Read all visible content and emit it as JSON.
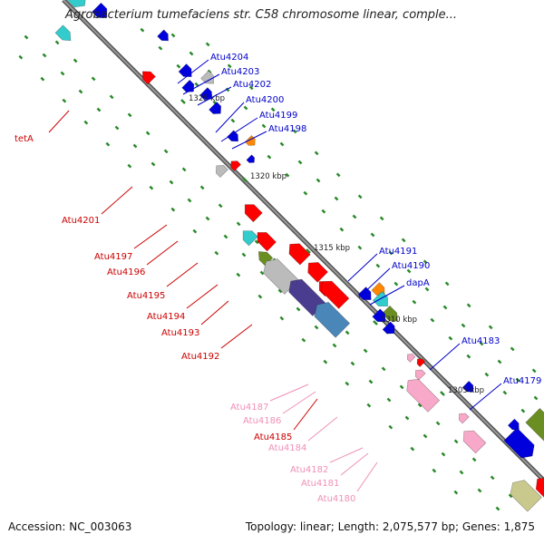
{
  "title": "Agrobacterium tumefaciens str. C58 chromosome linear, comple...",
  "footer": {
    "accession": "Accession: NC_003063",
    "topology": "Topology: linear; Length: 2,075,577 bp; Genes: 1,875"
  },
  "ruler": {
    "labels": [
      "1325 kbp",
      "1320 kbp",
      "1315 kbp",
      "1310 kbp",
      "1305 kbp"
    ]
  },
  "colors": {
    "forward_label": "#0000cc",
    "reverse_label": "#cc0000",
    "pseudo_label": "#f090b8",
    "red": "#ff0000",
    "blue": "#0000dd",
    "cyan": "#33cccc",
    "orange": "#ff8800",
    "gray": "#bbbbbb",
    "olive": "#6b8e23",
    "slate": "#4a3d8f",
    "steel": "#4a86b8",
    "pink": "#f8a8c8",
    "khaki": "#c9c98e",
    "dot": "#2a8a2a",
    "backbone": "#888888"
  },
  "gene_labels": {
    "forward": [
      "Atu4204",
      "Atu4203",
      "Atu4202",
      "Atu4200",
      "Atu4199",
      "Atu4198",
      "Atu4191",
      "Atu4190",
      "dapA",
      "Atu4183",
      "Atu4179"
    ],
    "reverse": [
      "tetA",
      "Atu4201",
      "Atu4197",
      "Atu4196",
      "Atu4195",
      "Atu4194",
      "Atu4193",
      "Atu4192",
      "Atu4185"
    ],
    "pseudo": [
      "Atu4187",
      "Atu4186",
      "Atu4184",
      "Atu4182",
      "Atu4181",
      "Atu4180"
    ]
  },
  "features": [
    {
      "name": "Atu4204",
      "strand": "forward",
      "color": "blue"
    },
    {
      "name": "Atu4203",
      "strand": "forward",
      "color": "blue"
    },
    {
      "name": "Atu4202",
      "strand": "forward",
      "color": "gray"
    },
    {
      "name": "Atu4200",
      "strand": "forward",
      "color": "blue"
    },
    {
      "name": "Atu4199",
      "strand": "forward",
      "color": "blue"
    },
    {
      "name": "Atu4198",
      "strand": "forward",
      "color": "orange"
    },
    {
      "name": "tetA",
      "strand": "reverse",
      "color": "red"
    },
    {
      "name": "Atu4201",
      "strand": "reverse",
      "color": "red"
    },
    {
      "name": "Atu4197",
      "strand": "reverse",
      "color": "cyan"
    },
    {
      "name": "Atu4196",
      "strand": "reverse",
      "color": "olive"
    },
    {
      "name": "Atu4195",
      "strand": "reverse",
      "color": "gray"
    },
    {
      "name": "Atu4194",
      "strand": "reverse",
      "color": "slate"
    },
    {
      "name": "Atu4193",
      "strand": "reverse",
      "color": "steel"
    },
    {
      "name": "Atu4192",
      "strand": "reverse",
      "color": "red"
    },
    {
      "name": "Atu4191",
      "strand": "forward",
      "color": "orange"
    },
    {
      "name": "Atu4190",
      "strand": "forward",
      "color": "cyan"
    },
    {
      "name": "dapA",
      "strand": "forward",
      "color": "olive"
    },
    {
      "name": "Atu4187",
      "strand": "reverse",
      "color": "pink"
    },
    {
      "name": "Atu4186",
      "strand": "reverse",
      "color": "red"
    },
    {
      "name": "Atu4185",
      "strand": "reverse",
      "color": "pink"
    },
    {
      "name": "Atu4184",
      "strand": "reverse",
      "color": "pink"
    },
    {
      "name": "Atu4183",
      "strand": "forward",
      "color": "blue"
    },
    {
      "name": "Atu4182",
      "strand": "reverse",
      "color": "pink"
    },
    {
      "name": "Atu4181",
      "strand": "reverse",
      "color": "pink"
    },
    {
      "name": "Atu4180",
      "strand": "reverse",
      "color": "pink"
    },
    {
      "name": "Atu4179",
      "strand": "forward",
      "color": "olive"
    }
  ]
}
